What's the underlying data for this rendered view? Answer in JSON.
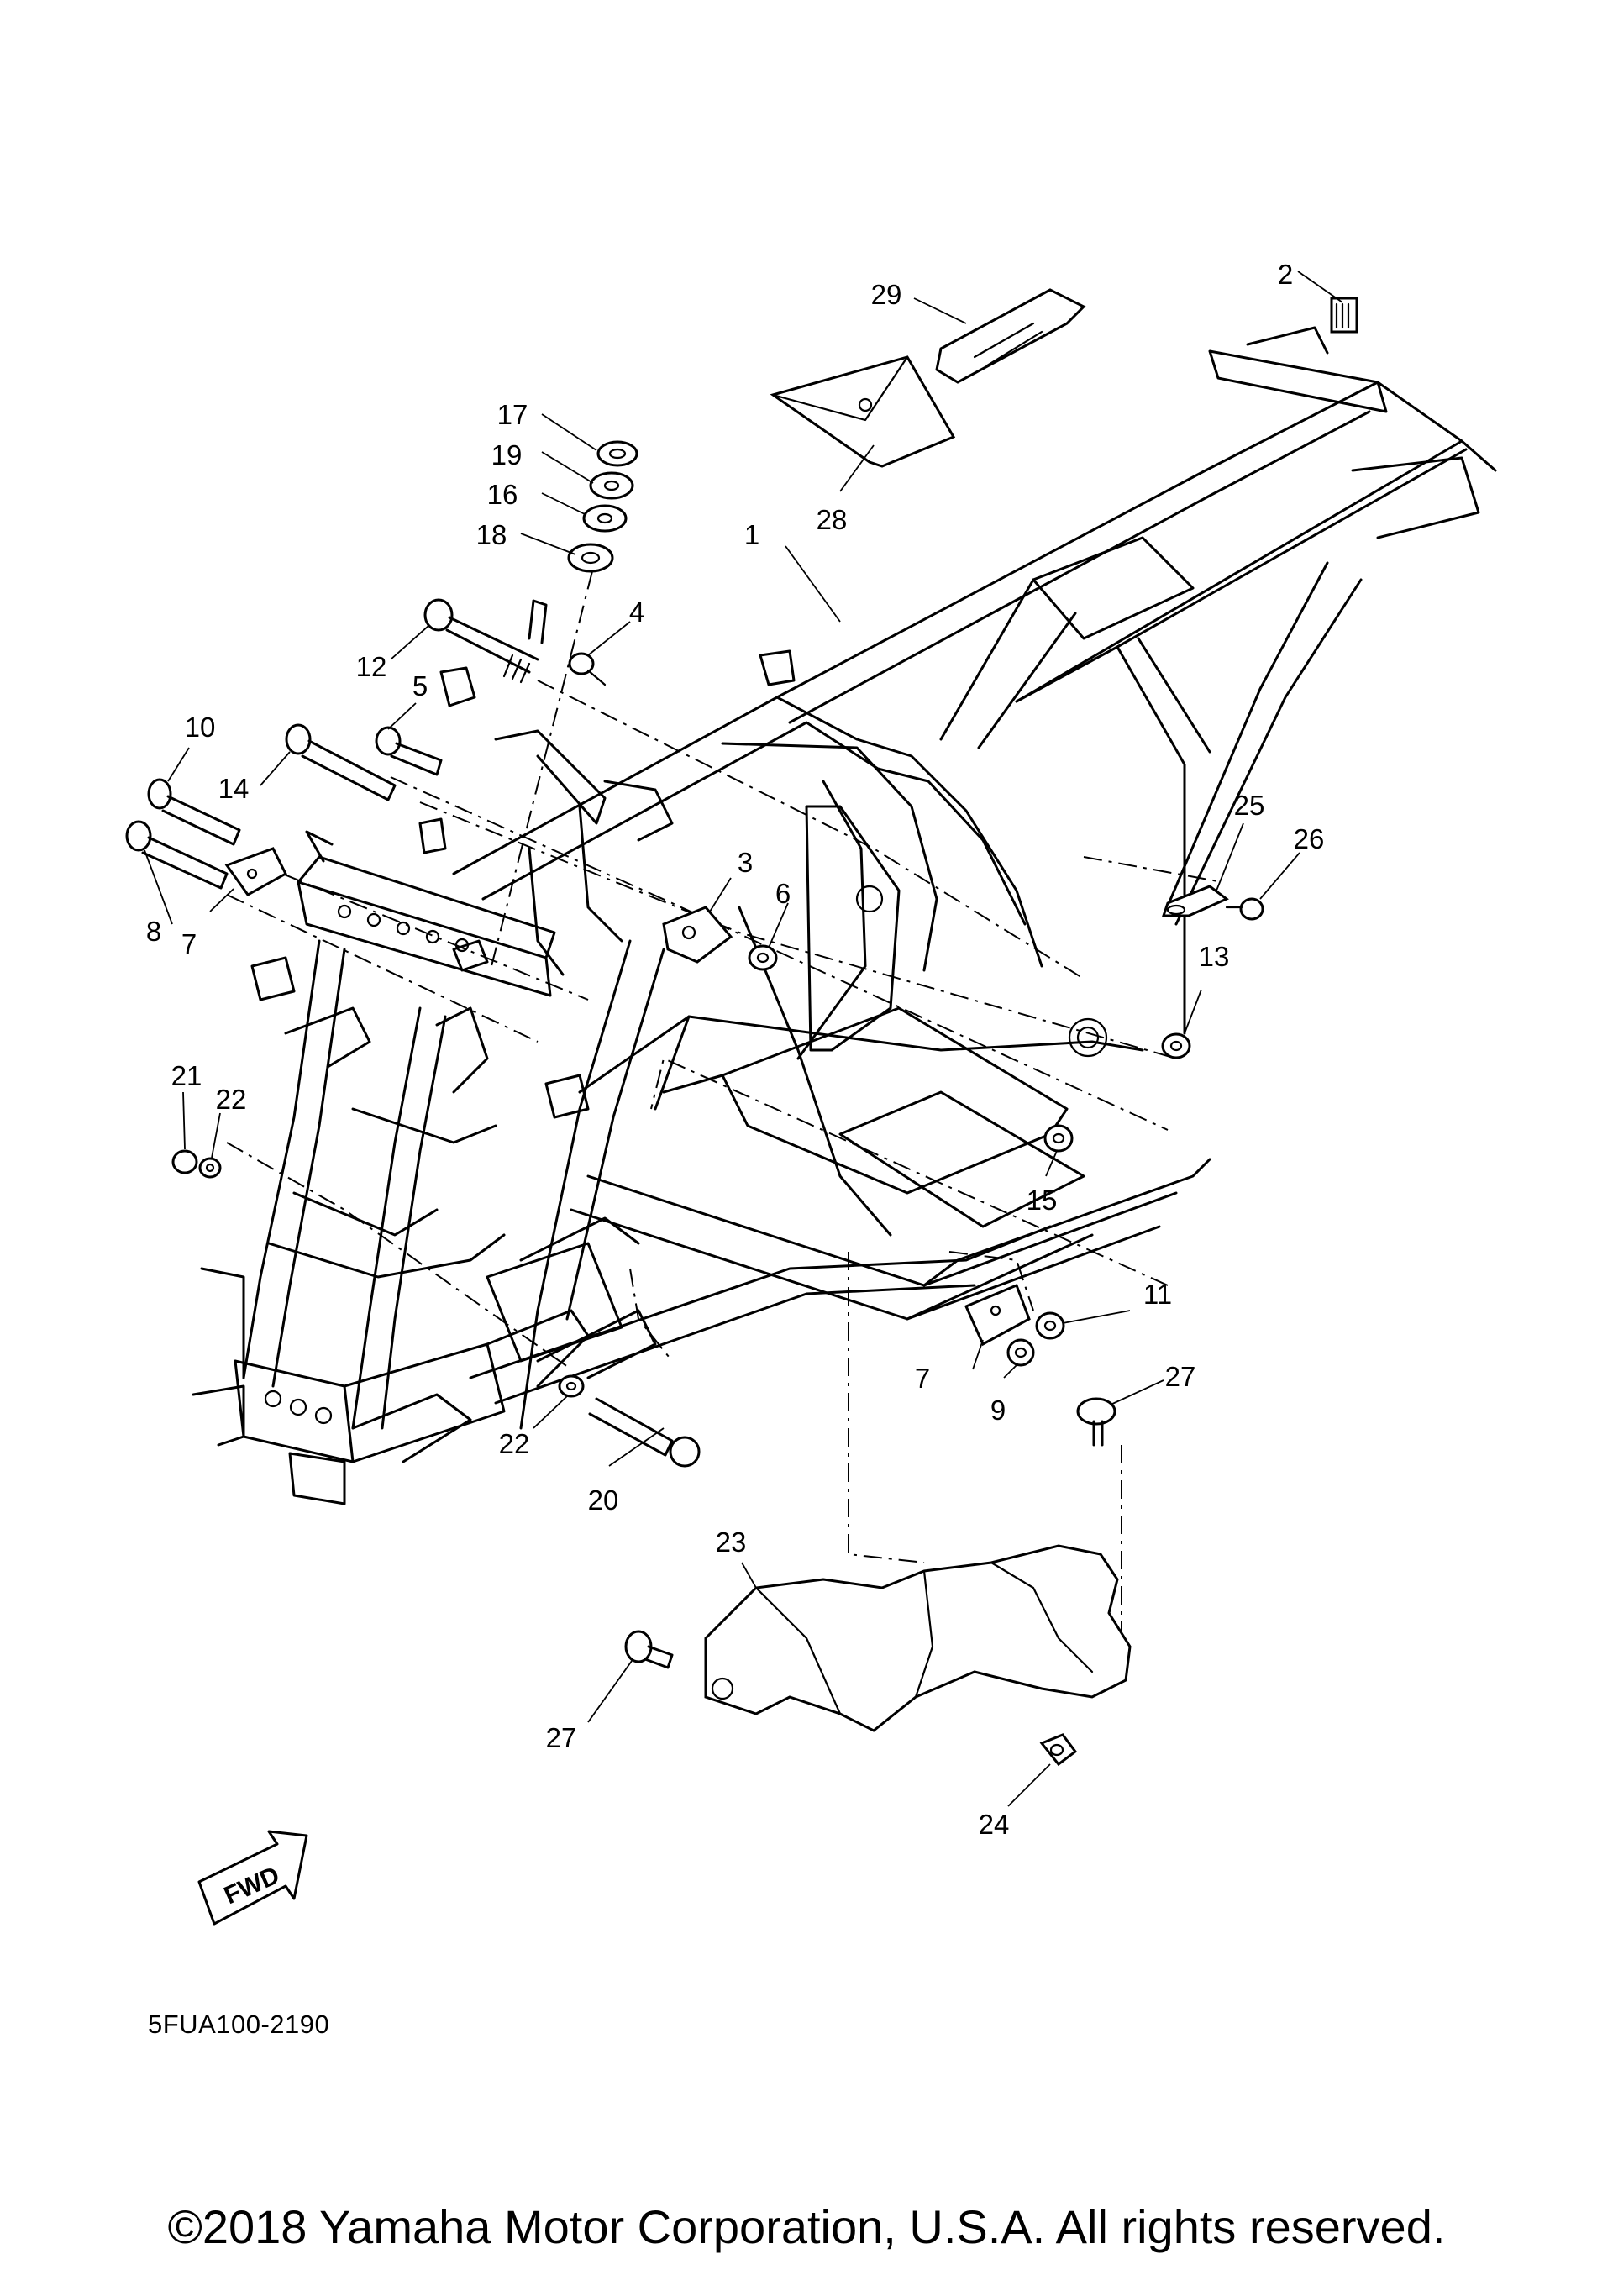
{
  "diagram": {
    "drawing_code": "5FUA100-2190",
    "copyright": "©2018 Yamaha Motor Corporation, U.S.A. All rights reserved.",
    "fwd_label": "FWD",
    "callouts": [
      "1",
      "2",
      "3",
      "4",
      "5",
      "6",
      "7",
      "7",
      "8",
      "9",
      "10",
      "11",
      "12",
      "13",
      "14",
      "15",
      "16",
      "17",
      "18",
      "19",
      "20",
      "21",
      "22",
      "22",
      "23",
      "24",
      "25",
      "26",
      "27",
      "27",
      "28",
      "29"
    ]
  }
}
